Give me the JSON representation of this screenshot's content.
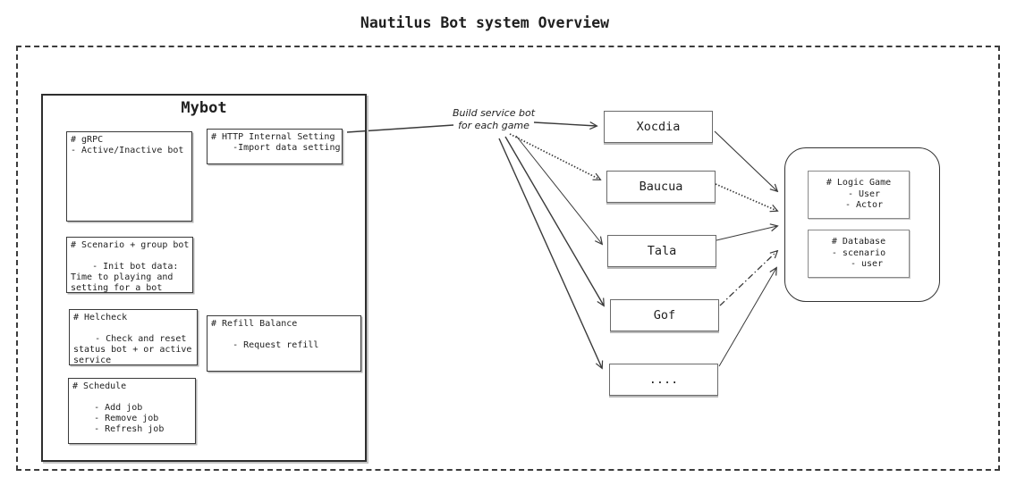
{
  "title": "Nautilus Bot system Overview",
  "mybot": {
    "title": "Mybot",
    "modules": {
      "grpc": "# gRPC\n- Active/Inactive bot",
      "http": "# HTTP Internal Setting\n    -Import data setting",
      "scenario": "# Scenario + group bot\n\n    - Init bot data:\nTime to playing and\nsetting for a bot",
      "helcheck": "# Helcheck\n\n    - Check and reset\nstatus bot + or active\nservice",
      "refill": "# Refill Balance\n\n    - Request refill",
      "schedule": "# Schedule\n\n    - Add job\n    - Remove job\n    - Refresh job"
    }
  },
  "edge_label": "Build service bot\nfor each game",
  "games": [
    "Xocdia",
    "Baucua",
    "Tala",
    "Gof",
    "...."
  ],
  "game_service": {
    "logic": "# Logic Game\n  - User\n  - Actor",
    "database": "# Database\n- scenario\n   - user"
  },
  "colors": {
    "line": "#3a3a3a",
    "box_border": "#3a3a3a",
    "light_border": "#8a8a8a",
    "dashed_boundary": "#3c3c3c",
    "background": "#ffffff"
  }
}
